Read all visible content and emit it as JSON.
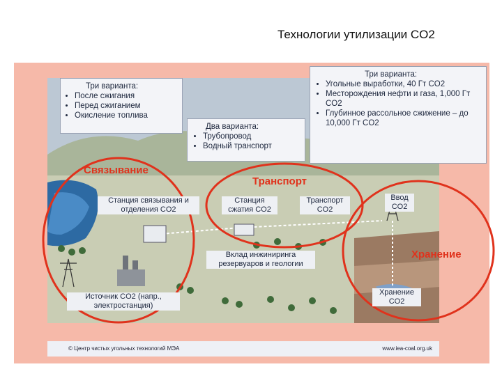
{
  "title": "Технологии утилизации CO2",
  "capture_box": {
    "heading": "Три варианта:",
    "items": [
      "После сжигания",
      "Перед сжиганием",
      "Окисление топлива"
    ]
  },
  "transport_box": {
    "heading": "Два варианта:",
    "items": [
      "Трубопровод",
      "Водный транспорт"
    ]
  },
  "storage_box": {
    "heading": "Три варианта:",
    "items": [
      "Угольные выработки, 40 Гт CO2",
      "Месторождения нефти и газа, 1,000 Гт CO2",
      "Глубинное рассольное сжижение – до 10,000 Гт CO2"
    ]
  },
  "labels": {
    "capture": "Связывание",
    "transport": "Транспорт",
    "storage": "Хранение",
    "capture_station": "Станция связывания и отделения CO2",
    "compression_station": "Станция сжатия CO2",
    "transport_co2": "Транспорт CO2",
    "injection": "Ввод CO2",
    "engineering": "Вклад инжиниринга резервуаров и геологии",
    "source": "Источник CO2 (напр., электростанция)",
    "storage_co2": "Хранение CO2"
  },
  "footer": {
    "left": "© Центр чистых угольных технологий МЭА",
    "right": "www.iea-coal.org.uk"
  },
  "colors": {
    "accent_red": "#e0321c",
    "frame": "#f6b9a9",
    "box_border": "#9aa3b5",
    "box_text": "#202a40"
  }
}
